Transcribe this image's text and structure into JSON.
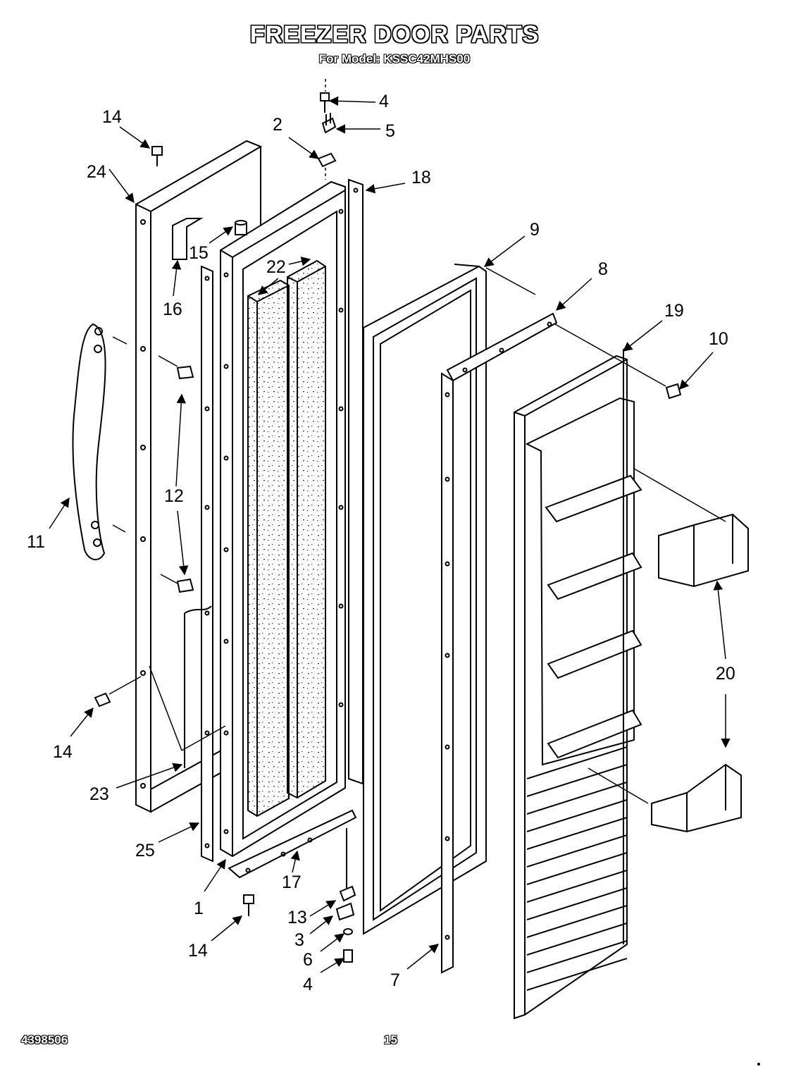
{
  "title": "FREEZER DOOR PARTS",
  "subtitle": "For Model: KSSC42MHS00",
  "footer": {
    "doc_number": "4398506",
    "page_number": "15"
  },
  "callouts": [
    {
      "id": "c1",
      "text": "1"
    },
    {
      "id": "c2",
      "text": "2"
    },
    {
      "id": "c3",
      "text": "3"
    },
    {
      "id": "c4a",
      "text": "4"
    },
    {
      "id": "c4b",
      "text": "4"
    },
    {
      "id": "c5",
      "text": "5"
    },
    {
      "id": "c6",
      "text": "6"
    },
    {
      "id": "c7",
      "text": "7"
    },
    {
      "id": "c8",
      "text": "8"
    },
    {
      "id": "c9",
      "text": "9"
    },
    {
      "id": "c10",
      "text": "10"
    },
    {
      "id": "c11",
      "text": "11"
    },
    {
      "id": "c12",
      "text": "12"
    },
    {
      "id": "c13",
      "text": "13"
    },
    {
      "id": "c14a",
      "text": "14"
    },
    {
      "id": "c14b",
      "text": "14"
    },
    {
      "id": "c14c",
      "text": "14"
    },
    {
      "id": "c15",
      "text": "15"
    },
    {
      "id": "c16",
      "text": "16"
    },
    {
      "id": "c17",
      "text": "17"
    },
    {
      "id": "c18",
      "text": "18"
    },
    {
      "id": "c19",
      "text": "19"
    },
    {
      "id": "c20",
      "text": "20"
    },
    {
      "id": "c22",
      "text": "22"
    },
    {
      "id": "c23",
      "text": "23"
    },
    {
      "id": "c24",
      "text": "24"
    },
    {
      "id": "c25",
      "text": "25"
    }
  ]
}
